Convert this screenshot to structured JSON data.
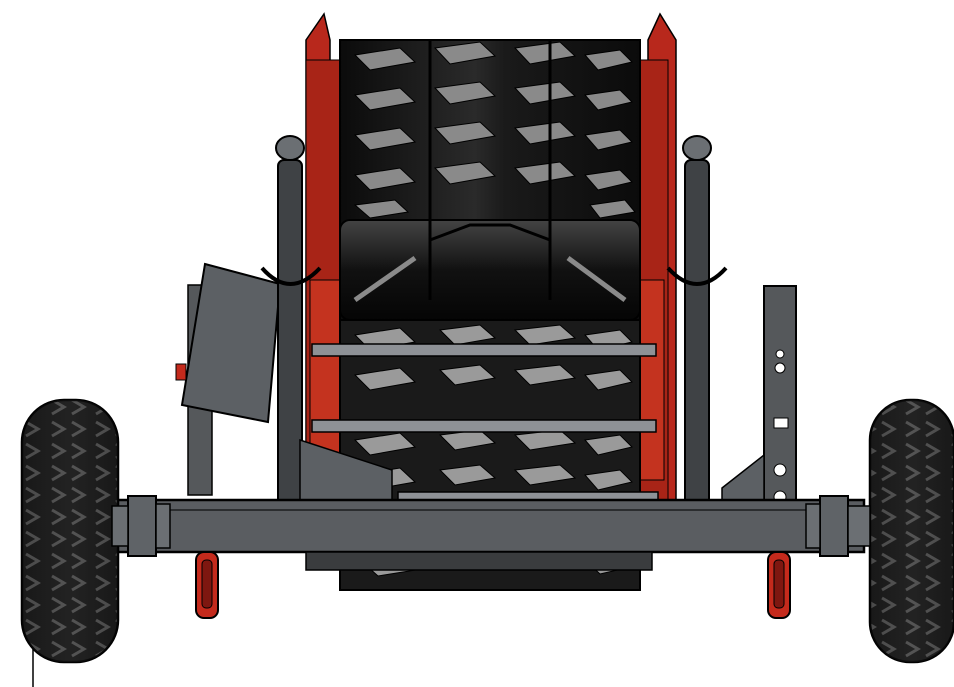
{
  "scene": {
    "subject": "",
    "colors": {
      "background": "#ffffff",
      "frame_grey": "#55585b",
      "frame_grey_dark": "#3a3c3e",
      "frame_grey_light": "#7b7f83",
      "belt_black": "#121212",
      "belt_highlight": "#3b3b3b",
      "red": "#b8281c",
      "red_dark": "#7e1710",
      "tire_black": "#1c1c1c",
      "tread_grey": "#5b5b5b",
      "outline": "#000000"
    },
    "icons": [
      "wheel",
      "tire",
      "conveyor-belt",
      "axle",
      "hydraulic-cylinder",
      "control-box"
    ]
  }
}
